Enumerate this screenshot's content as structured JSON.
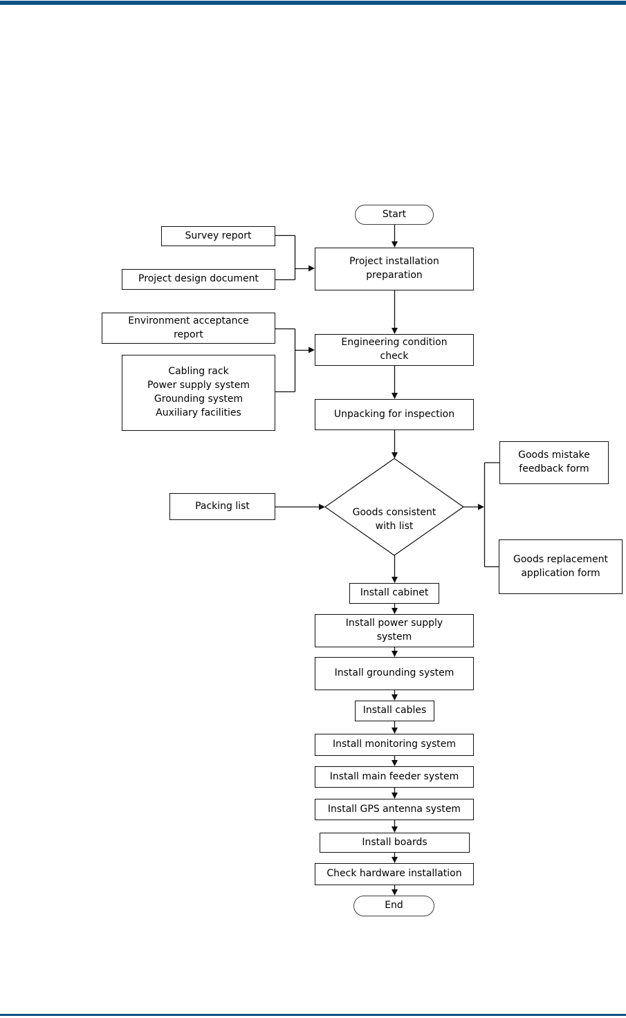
{
  "colors": {
    "accent_bar": "#0d5284",
    "node_border": "#0f0f0f",
    "text": "#000000"
  },
  "flowchart": {
    "nodes": {
      "start": "Start",
      "survey_report": "Survey report",
      "project_design_document": "Project design document",
      "project_installation_preparation": "Project installation\npreparation",
      "environment_acceptance_report": "Environment acceptance\nreport",
      "site_facilities": "Cabling rack\nPower supply system\nGrounding system\nAuxiliary facilities",
      "engineering_condition_check": "Engineering condition\ncheck",
      "unpacking_for_inspection": "Unpacking for inspection",
      "packing_list": "Packing list",
      "goods_consistent_with_list": "Goods consistent\nwith list",
      "goods_mistake_feedback_form": "Goods mistake\nfeedback form",
      "goods_replacement_application_form": "Goods replacement\napplication form",
      "install_cabinet": "Install cabinet",
      "install_power_supply_system": "Install power supply\nsystem",
      "install_grounding_system": "Install grounding system",
      "install_cables": "Install cables",
      "install_monitoring_system": "Install monitoring system",
      "install_main_feeder_system": "Install main feeder system",
      "install_gps_antenna_system": "Install GPS antenna system",
      "install_boards": "Install boards",
      "check_hardware_installation": "Check hardware installation",
      "end": "End"
    }
  }
}
